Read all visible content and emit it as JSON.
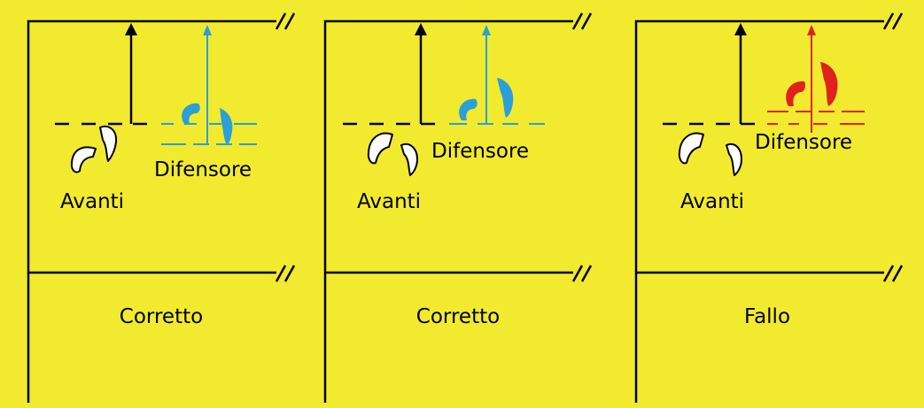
{
  "colors": {
    "background": "#f2ea2e",
    "line": "#000000",
    "defender_ok": "#2aa0d6",
    "defender_fault": "#e0221c",
    "forward_fill": "#ffffff",
    "forward_stroke": "#000000"
  },
  "panels": [
    {
      "forward_label": "Avanti",
      "defender_label": "Difensore",
      "verdict": "Corretto",
      "defender_variant": "ok",
      "defender_status": "behind-line"
    },
    {
      "forward_label": "Avanti",
      "defender_label": "Difensore",
      "verdict": "Corretto",
      "defender_variant": "ok",
      "defender_status": "on-line"
    },
    {
      "forward_label": "Avanti",
      "defender_label": "Difensore",
      "verdict": "Fallo",
      "defender_variant": "fault",
      "defender_status": "past-line"
    }
  ]
}
